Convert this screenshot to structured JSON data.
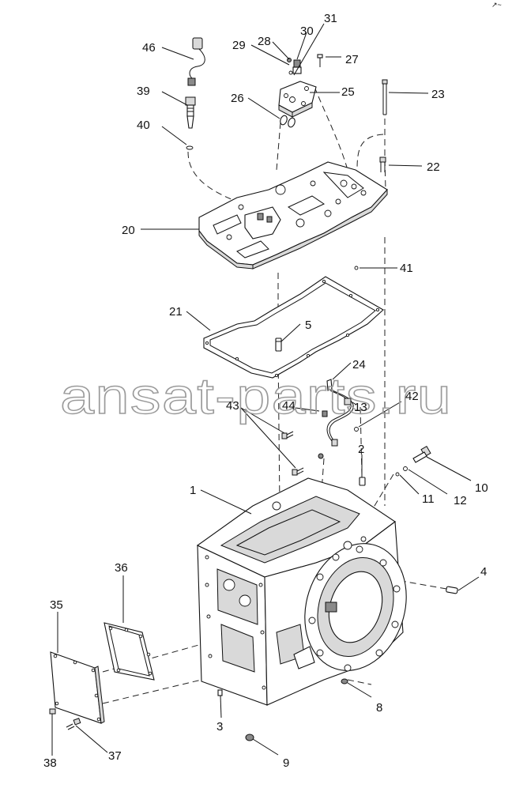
{
  "watermark": "ansat-parts.ru",
  "corner_mark": "↗~",
  "part_labels": {
    "p1": "1",
    "p2": "2",
    "p3": "3",
    "p4": "4",
    "p5": "5",
    "p8": "8",
    "p9": "9",
    "p10": "10",
    "p11": "11",
    "p12": "12",
    "p13": "13",
    "p20": "20",
    "p21": "21",
    "p22": "22",
    "p23": "23",
    "p24": "24",
    "p25": "25",
    "p26": "26",
    "p27": "27",
    "p28": "28",
    "p29": "29",
    "p30": "30",
    "p31": "31",
    "p35": "35",
    "p36": "36",
    "p37": "37",
    "p38": "38",
    "p39": "39",
    "p40": "40",
    "p41": "41",
    "p42": "42",
    "p43": "43",
    "p44": "44",
    "p46": "46"
  }
}
